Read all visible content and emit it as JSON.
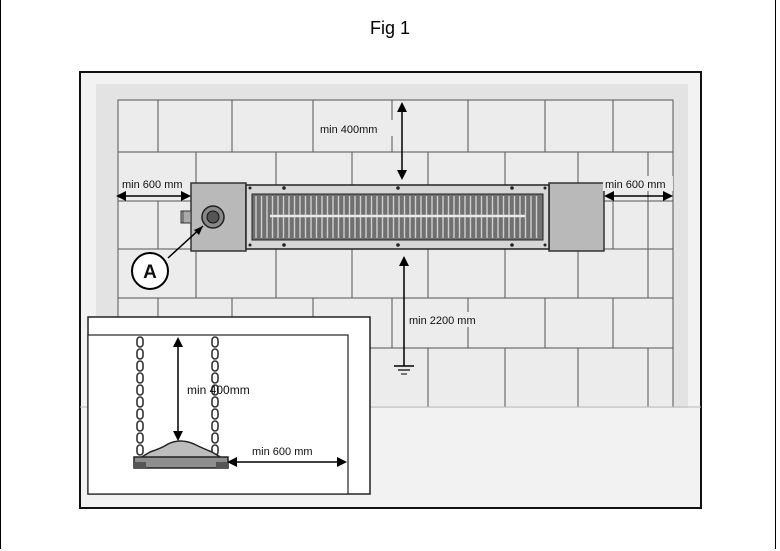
{
  "figure": {
    "title": "Fig 1",
    "labels": {
      "clearance_top": "min 400mm",
      "clearance_left": "min 600 mm",
      "clearance_right": "min 600 mm",
      "clearance_floor": "min 2200 mm",
      "callout": "A",
      "inset_top": "min 400mm",
      "inset_side": "min 600 mm"
    }
  }
}
